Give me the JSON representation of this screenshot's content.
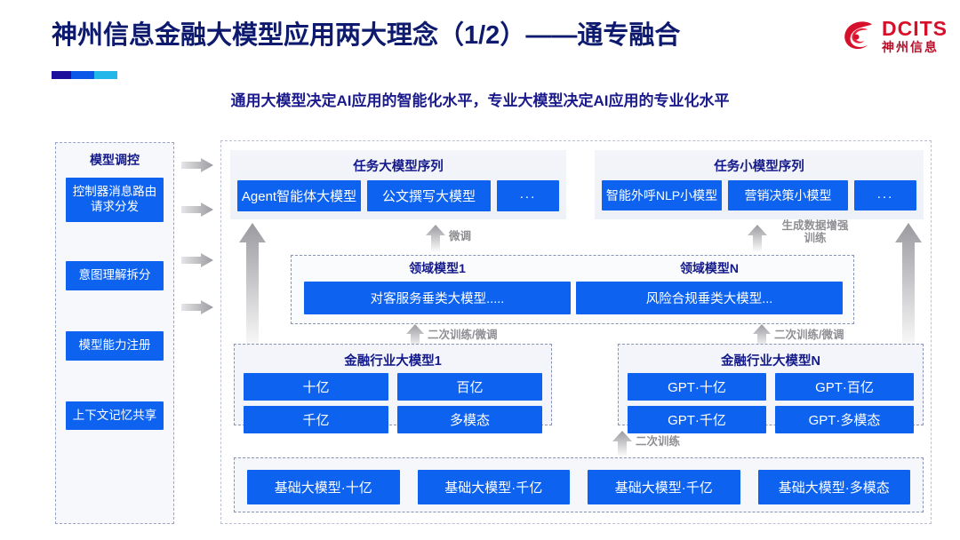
{
  "header": {
    "title": "神州信息金融大模型应用两大理念（1/2）——通专融合",
    "subtitle": "通用大模型决定AI应用的智能化水平，专业大模型决定AI应用的专业化水平",
    "logo_en": "DCITS",
    "logo_cn": "神州信息",
    "accent_colors": [
      "#1b0f9b",
      "#0d57e8",
      "#23b7ea"
    ],
    "brand_red": "#d6102a",
    "title_color": "#0d1a6e"
  },
  "control_panel": {
    "title": "模型调控",
    "items": [
      {
        "label": "控制器消息路由请求分发"
      },
      {
        "label": "意图理解拆分"
      },
      {
        "label": "模型能力注册"
      },
      {
        "label": "上下文记忆共享"
      }
    ]
  },
  "diagram": {
    "task_big": {
      "title": "任务大模型序列",
      "chips": [
        "Agent智能体大模型",
        "公文撰写大模型",
        "..."
      ]
    },
    "task_small": {
      "title": "任务小模型序列",
      "chips": [
        "智能外呼NLP小模型",
        "营销决策小模型",
        "..."
      ]
    },
    "domain_models": [
      {
        "title": "领域模型1",
        "chip": "对客服务垂类大模型....."
      },
      {
        "title": "领域模型N",
        "chip": "风险合规垂类大模型..."
      }
    ],
    "industry_models": [
      {
        "title": "金融行业大模型1",
        "chips": [
          "十亿",
          "百亿",
          "千亿",
          "多模态"
        ]
      },
      {
        "title": "金融行业大模型N",
        "chips": [
          "GPT·十亿",
          "GPT·百亿",
          "GPT·千亿",
          "GPT·多模态"
        ]
      }
    ],
    "base_models": [
      "基础大模型·十亿",
      "基础大模型·千亿",
      "基础大模型·千亿",
      "基础大模型·多模态"
    ],
    "arrow_labels": {
      "finetune_left": "微调",
      "gen_data_aug": "生成数据增强\n训练",
      "retrain_finetune_left": "二次训练/微调",
      "retrain_finetune_right": "二次训练/微调",
      "retrain": "二次训练"
    },
    "chip_color": "#0d63f0",
    "label_color": "#8e8e93"
  }
}
